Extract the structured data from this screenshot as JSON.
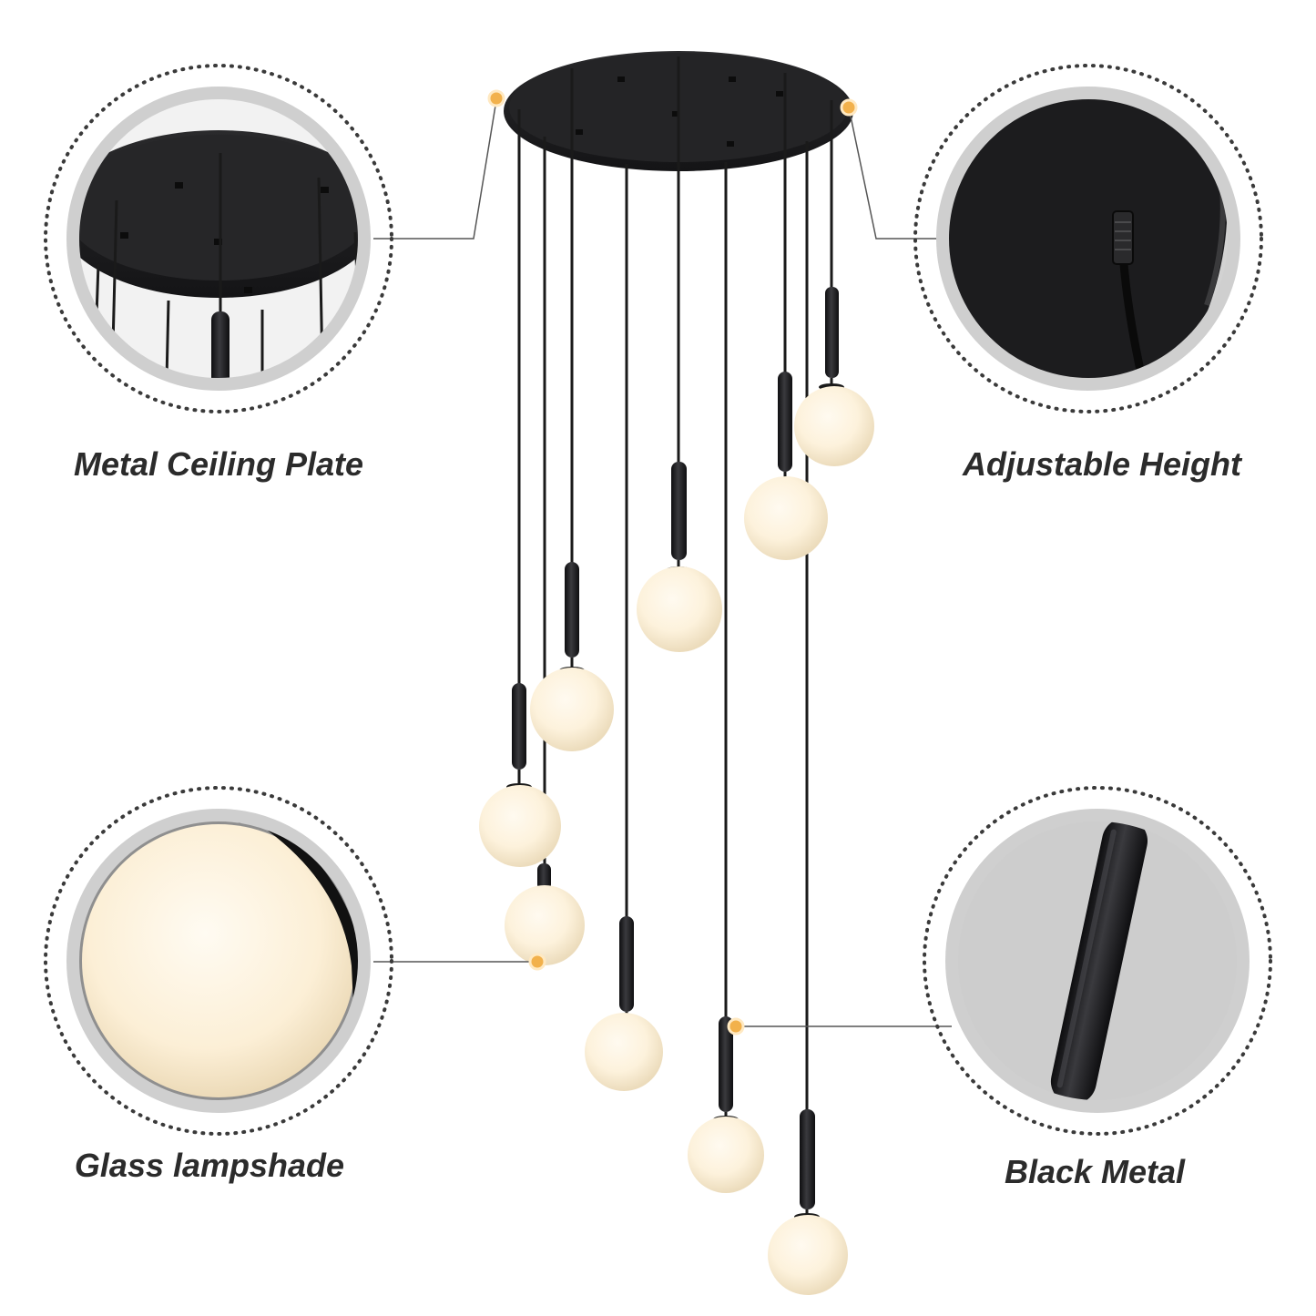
{
  "product": {
    "captions": {
      "ceiling_plate": "Metal Ceiling Plate",
      "adjustable_height": "Adjustable Height",
      "glass_lampshade": "Glass lampshade",
      "black_metal": "Black Metal"
    }
  },
  "colors": {
    "background": "#ffffff",
    "fixture_black": "#1c1c1e",
    "globe_warm": "#fdf2dc",
    "globe_edge": "#ecdcbc",
    "caption_text": "#2b2b2b",
    "callout_line": "#555555",
    "callout_dot": "#f2b14c",
    "zoom_ring": "#3a3a3a",
    "zoom_bg": "#dcdcdc"
  },
  "icons": {
    "callout_marker": "orange-dot-marker",
    "zoom_frame": "dotted-circle-frame"
  }
}
